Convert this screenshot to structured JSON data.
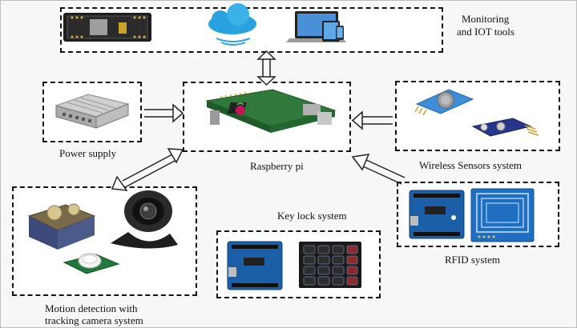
{
  "labels": {
    "monitoring_line1": "Monitoring",
    "monitoring_line2": "and IOT tools",
    "power_supply": "Power supply",
    "raspberry_pi": "Raspberry pi",
    "wireless_sensors": "Wireless Sensors system",
    "key_lock": "Key lock system",
    "rfid": "RFID system",
    "motion_line1": "Motion detection with",
    "motion_line2": "tracking camera system"
  },
  "icons": {
    "iot_board": "iot-board-icon",
    "cloud": "cloud-icon",
    "devices": "devices-icon",
    "power_supply": "power-supply-icon",
    "raspberry_pi": "raspberry-pi-board-icon",
    "gas_sensor": "gas-sensor-icon",
    "sensor_module": "sensor-module-icon",
    "arduino": "arduino-board-icon",
    "rfid_reader": "rfid-reader-icon",
    "keypad": "keypad-icon",
    "servo": "servo-motor-icon",
    "webcam": "webcam-icon",
    "pir": "pir-sensor-icon"
  },
  "colors": {
    "box_border": "#111111",
    "arrow": "#222222",
    "pcb_green": "#2e7d32",
    "arduino_blue": "#1b5fa8",
    "cloud_blue": "#29a3e0"
  }
}
